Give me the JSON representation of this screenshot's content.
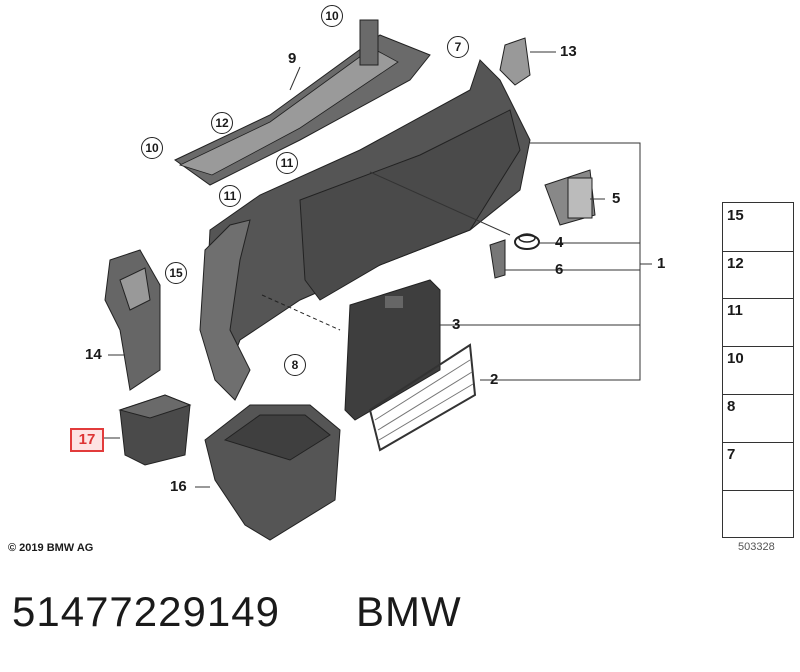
{
  "diagram": {
    "callouts": {
      "c1": "1",
      "c2": "2",
      "c3": "3",
      "c4": "4",
      "c5": "5",
      "c6": "6",
      "c9": "9",
      "c13": "13",
      "c14": "14",
      "c16": "16"
    },
    "circle_callouts": {
      "r10a": "10",
      "r7": "7",
      "r12": "12",
      "r10b": "10",
      "r11a": "11",
      "r11b": "11",
      "r15": "15",
      "r8": "8"
    },
    "highlighted_part": "17"
  },
  "legend": {
    "items": [
      "15",
      "12",
      "11",
      "10",
      "8",
      "7"
    ]
  },
  "footer": {
    "copyright": "© 2019 BMW AG",
    "reference": "503328",
    "part_number": "51477229149",
    "brand": "BMW"
  },
  "colors": {
    "part_fill": "#4a4a4a",
    "part_light": "#8a8a8a",
    "line": "#333333",
    "highlight_border": "#e23b3b"
  }
}
